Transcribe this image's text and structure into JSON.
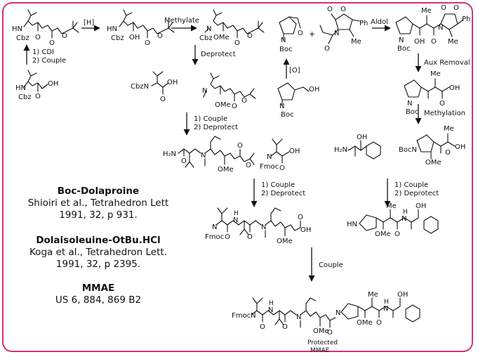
{
  "molecules": {
    "m1": {
      "label1": "HN",
      "label2": "Cbz",
      "label3": "O",
      "label4": "O",
      "label5": "O"
    },
    "m2": {
      "label1": "HN",
      "label2": "Cbz",
      "label3": "OH",
      "label4": "O",
      "label5": "O"
    },
    "m3": {
      "label1": "N",
      "label2": "Cbz",
      "label3": "OMe",
      "label4": "O",
      "label5": "O"
    },
    "m4": {
      "label1": "HN",
      "label2": "Cbz",
      "label3": "O",
      "label4": "OH"
    },
    "m5": {
      "label1": "CbzN",
      "label2": "O",
      "label3": "OH"
    },
    "m6": {
      "label1": "N",
      "label2": "OMe",
      "label3": "O",
      "label4": "O"
    },
    "m7": {
      "label1": "N",
      "label2": "Boc",
      "label3": "O"
    },
    "m8": {
      "label1": "N",
      "label2": "Boc",
      "label3": "OH"
    },
    "m9": {
      "label1": "O",
      "label2": "O",
      "label3": "N",
      "label4": "O",
      "label5": "Ph",
      "label6": "Me"
    },
    "m10": {
      "label1": "N",
      "label2": "Boc",
      "label3": "OH",
      "label4": "O",
      "label5": "Me",
      "label6": "O",
      "label7": "O",
      "label8": "N",
      "label9": "Ph",
      "label10": "Me"
    },
    "m11": {
      "label1": "N",
      "label2": "Boc",
      "label3": "O",
      "label4": "OH",
      "label5": "Me"
    },
    "m12": {
      "label1": "H₂N",
      "label2": "O",
      "label3": "N",
      "label4": "OMe",
      "label5": "O",
      "label6": "O"
    },
    "m13": {
      "label1": "N",
      "label2": "Fmoc",
      "label3": "O",
      "label4": "OH"
    },
    "m14": {
      "label1": "H₂N",
      "label2": "OH"
    },
    "m15": {
      "label1": "BocN",
      "label2": "OMe",
      "label3": "O",
      "label4": "OH",
      "label5": "Me"
    },
    "m16": {
      "label1": "N",
      "label2": "Fmoc",
      "label3": "O",
      "label4": "H",
      "label5": "N",
      "label6": "O",
      "label7": "N",
      "label8": "OMe",
      "label9": "O",
      "label10": "OH"
    },
    "m17": {
      "label1": "HN",
      "label2": "OMe",
      "label3": "Me",
      "label4": "O",
      "label5": "H",
      "label6": "N",
      "label7": "OH"
    },
    "m18": {
      "label1": "FmocN",
      "label2": "O",
      "label3": "H",
      "label4": "N",
      "label5": "O",
      "label6": "N",
      "label7": "OMe",
      "label8": "O",
      "label9": "N",
      "label10": "OMe",
      "label11": "Me",
      "label12": "O",
      "label13": "H",
      "label14": "N",
      "label15": "OH"
    }
  },
  "steps": {
    "h_reduction": "[H]",
    "methylate": "Methylate",
    "deprotect": "Deprotect",
    "cdi": "1) CDI",
    "couple": "2) Couple",
    "couple_1": "1) Couple",
    "deprotect_2": "2) Deprotect",
    "couple_1b": "1) Couple",
    "deprotect_2b": "2) Deprotect",
    "couple_1c": "1) Couple",
    "deprotect_2c": "2) Deprotect",
    "oxidation": "[O]",
    "plus": "+",
    "aldol": "Aldol",
    "aux_removal": "Aux Removal",
    "methylation": "Methylation",
    "final_couple": "Couple"
  },
  "product": {
    "line1": "Protected",
    "line2": "MMAE"
  },
  "references": [
    {
      "title": "Boc-Dolaproine",
      "line1": "Shioiri et al., Tetrahedron Lett",
      "line2": "1991, 32, p 931."
    },
    {
      "title": "Dolaisoleuine-OtBu.HCl",
      "line1": "Koga et al., Tetrahedron Lett.",
      "line2": "1991, 32, p 2395."
    },
    {
      "title": "MMAE",
      "line1": "US 6, 884, 869 B2",
      "line2": ""
    }
  ],
  "colors": {
    "frame": "#d2327a",
    "ink": "#111111"
  }
}
